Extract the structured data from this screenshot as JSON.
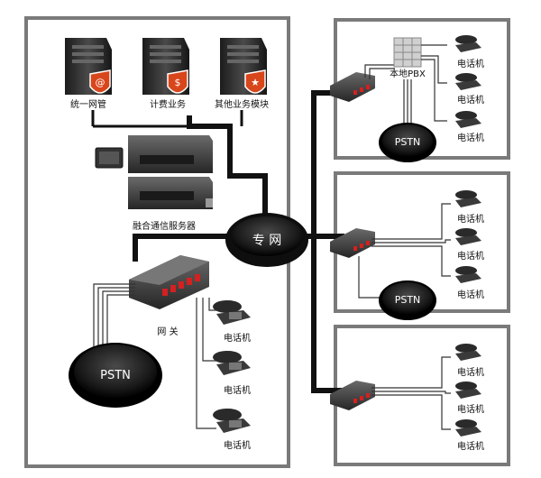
{
  "center_network": {
    "label": "专 网"
  },
  "left_panel": {
    "servers": [
      {
        "label": "统一网管",
        "icon": "at-sign-icon",
        "badge_color": "#d8461b"
      },
      {
        "label": "计费业务",
        "icon": "dollar-icon",
        "badge_color": "#d8461b"
      },
      {
        "label": "其他业务模块",
        "icon": "star-icon",
        "badge_color": "#d8461b"
      }
    ],
    "fusion_server": {
      "label": "融合通信服务器"
    },
    "gateway": {
      "label": "网 关"
    },
    "pstn": {
      "label": "PSTN"
    },
    "phones": [
      {
        "label": "电话机"
      },
      {
        "label": "电话机"
      },
      {
        "label": "电话机"
      }
    ]
  },
  "right_panels": [
    {
      "pbx_label": "本地PBX",
      "pstn_label": "PSTN",
      "phones": [
        {
          "label": "电话机"
        },
        {
          "label": "电话机"
        },
        {
          "label": "电话机"
        }
      ]
    },
    {
      "pstn_label": "PSTN",
      "phones": [
        {
          "label": "电话机"
        },
        {
          "label": "电话机"
        },
        {
          "label": "电话机"
        }
      ]
    },
    {
      "phones": [
        {
          "label": "电话机"
        },
        {
          "label": "电话机"
        },
        {
          "label": "电话机"
        }
      ]
    }
  ],
  "colors": {
    "panel_border": "#808080",
    "trunk": "#111111",
    "badge": "#d8461b",
    "pstn_fill": "#1a1a1a"
  }
}
